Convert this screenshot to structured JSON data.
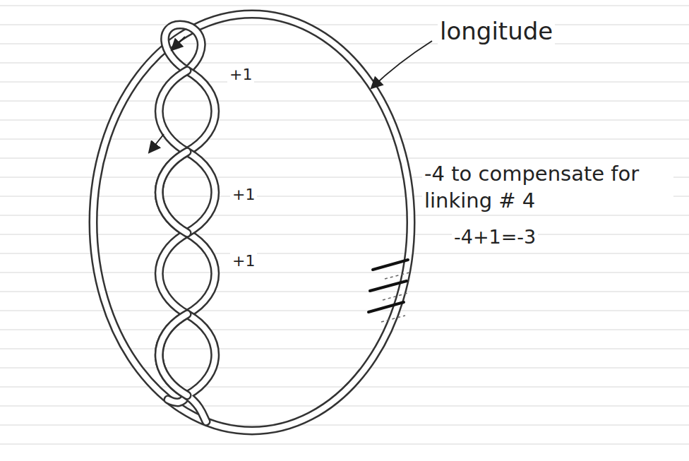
{
  "diagram": {
    "labels": [
      "longitude",
      "+1",
      "+1",
      "-4 to compensate for linking # 4",
      "+1",
      "-4+1=-3"
    ]
  }
}
